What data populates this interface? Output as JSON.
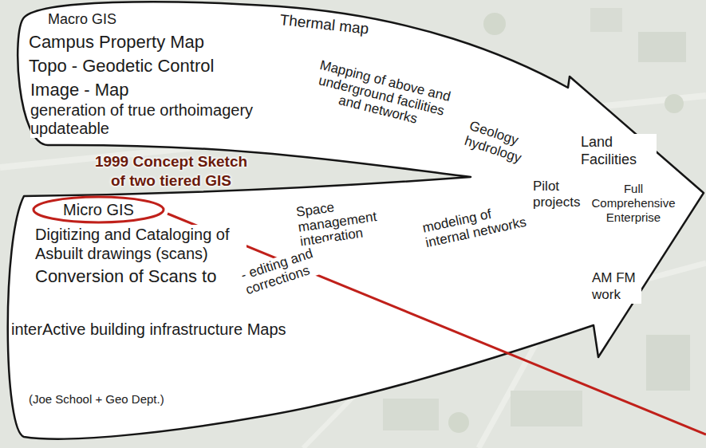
{
  "diagram": {
    "title": "1999 Concept Sketch of two tiered GIS",
    "nodes": [
      {
        "text": [
          "Macro GIS",
          "Thermal map",
          "Campus Property Map",
          "Topo - Geodetic Control",
          "Mapping of above and underground facilities and networks",
          "Image - Map",
          "generation of true orthoimagery updateable",
          "Geology hydrology",
          "Land Facilities",
          "Pilot projects",
          "Full Comprehensive Enterprise",
          "AM FM work",
          "Space management integration",
          "modeling of internal networks",
          "Digitizing and Cataloging of Asbuilt drawings (scans)",
          "- editing and corrections",
          "Conversion of Scans to",
          "interActive building infrastructure Maps",
          "(Joe School + Geo Dept.)"
        ]
      },
      {
        "text": [
          "Micro GIS"
        ],
        "in": 0
      }
    ]
  }
}
